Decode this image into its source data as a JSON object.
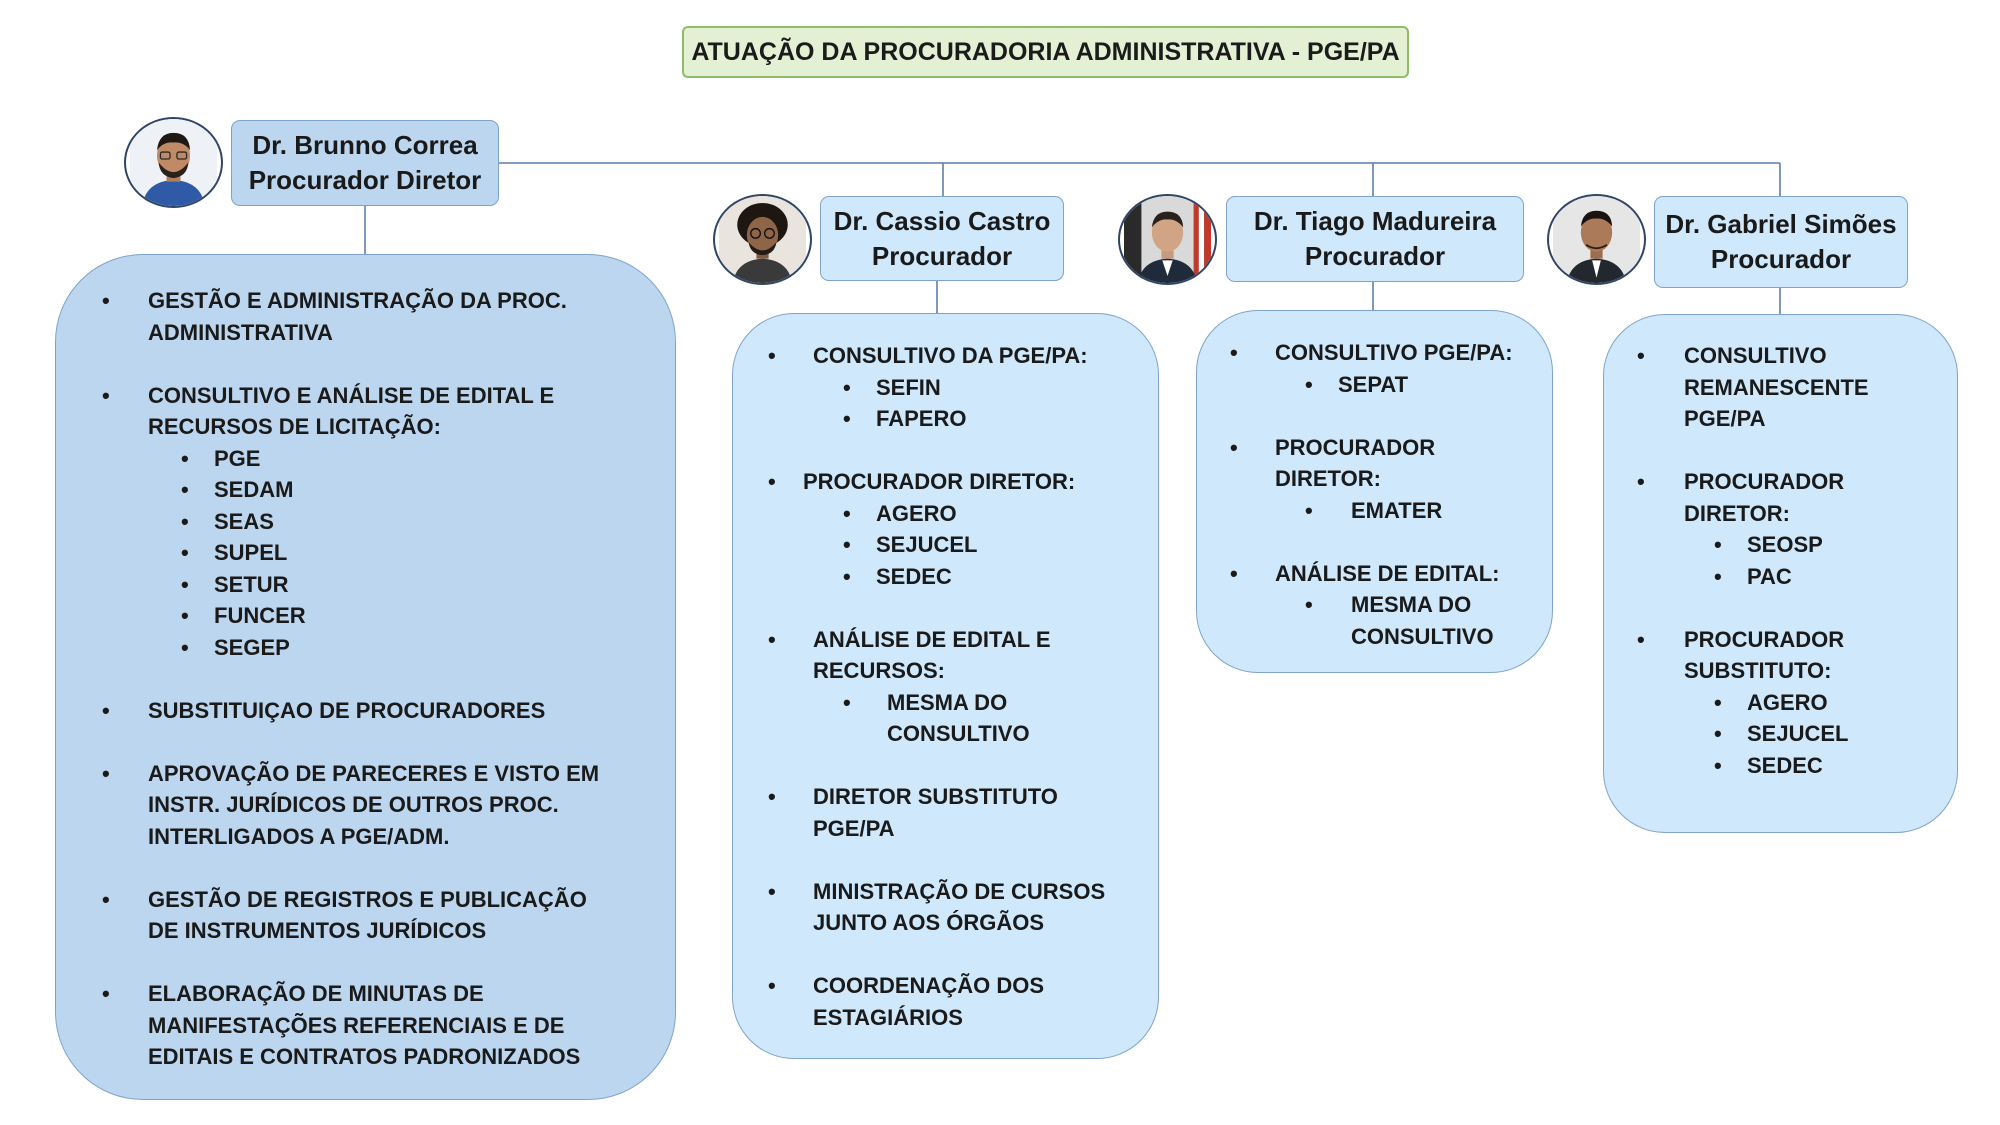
{
  "title": "ATUAÇÃO DA PROCURADORIA ADMINISTRATIVA - PGE/PA",
  "director": {
    "name": "Dr. Brunno Correa",
    "role": "Procurador Diretor",
    "items": [
      {
        "text": "GESTÃO E ADMINISTRAÇÃO DA PROC. ADMINISTRATIVA",
        "sub": []
      },
      {
        "text": "CONSULTIVO E ANÁLISE DE EDITAL E RECURSOS DE LICITAÇÃO:",
        "sub": [
          "PGE",
          "SEDAM",
          "SEAS",
          "SUPEL",
          "SETUR",
          "FUNCER",
          "SEGEP"
        ]
      },
      {
        "text": "SUBSTITUIÇAO DE PROCURADORES",
        "sub": []
      },
      {
        "text": "APROVAÇÃO DE PARECERES E VISTO EM INSTR. JURÍDICOS DE OUTROS PROC. INTERLIGADOS A PGE/ADM.",
        "sub": []
      },
      {
        "text": "GESTÃO DE REGISTROS E PUBLICAÇÃO DE INSTRUMENTOS JURÍDICOS",
        "sub": []
      },
      {
        "text": "ELABORAÇÃO DE MINUTAS DE MANIFESTAÇÕES REFERENCIAIS E DE EDITAIS E CONTRATOS PADRONIZADOS",
        "sub": []
      }
    ]
  },
  "procuradores": [
    {
      "name": "Dr. Cassio Castro",
      "role": "Procurador",
      "items": [
        {
          "text": "CONSULTIVO DA PGE/PA:",
          "sub": [
            "SEFIN",
            "FAPERO"
          ]
        },
        {
          "text": "PROCURADOR DIRETOR:",
          "sub": [
            "AGERO",
            "SEJUCEL",
            "SEDEC"
          ]
        },
        {
          "text": "ANÁLISE DE EDITAL E RECURSOS:",
          "sub": [
            "MESMA DO CONSULTIVO"
          ]
        },
        {
          "text": "DIRETOR SUBSTITUTO PGE/PA",
          "sub": []
        },
        {
          "text": "MINISTRAÇÃO DE CURSOS JUNTO AOS ÓRGÃOS",
          "sub": []
        },
        {
          "text": "COORDENAÇÃO DOS ESTAGIÁRIOS",
          "sub": []
        }
      ]
    },
    {
      "name": "Dr. Tiago Madureira",
      "role": "Procurador",
      "items": [
        {
          "text": "CONSULTIVO PGE/PA:",
          "sub": [
            "SEPAT"
          ]
        },
        {
          "text": "PROCURADOR DIRETOR:",
          "sub": [
            "EMATER"
          ]
        },
        {
          "text": "ANÁLISE DE EDITAL:",
          "sub": [
            "MESMA DO CONSULTIVO"
          ]
        }
      ]
    },
    {
      "name": "Dr. Gabriel Simões",
      "role": "Procurador",
      "items": [
        {
          "text": "CONSULTIVO REMANESCENTE PGE/PA",
          "sub": []
        },
        {
          "text": "PROCURADOR DIRETOR:",
          "sub": [
            "SEOSP",
            "PAC"
          ]
        },
        {
          "text": "PROCURADOR SUBSTITUTO:",
          "sub": [
            "AGERO",
            "SEJUCEL",
            "SEDEC"
          ]
        }
      ]
    }
  ]
}
